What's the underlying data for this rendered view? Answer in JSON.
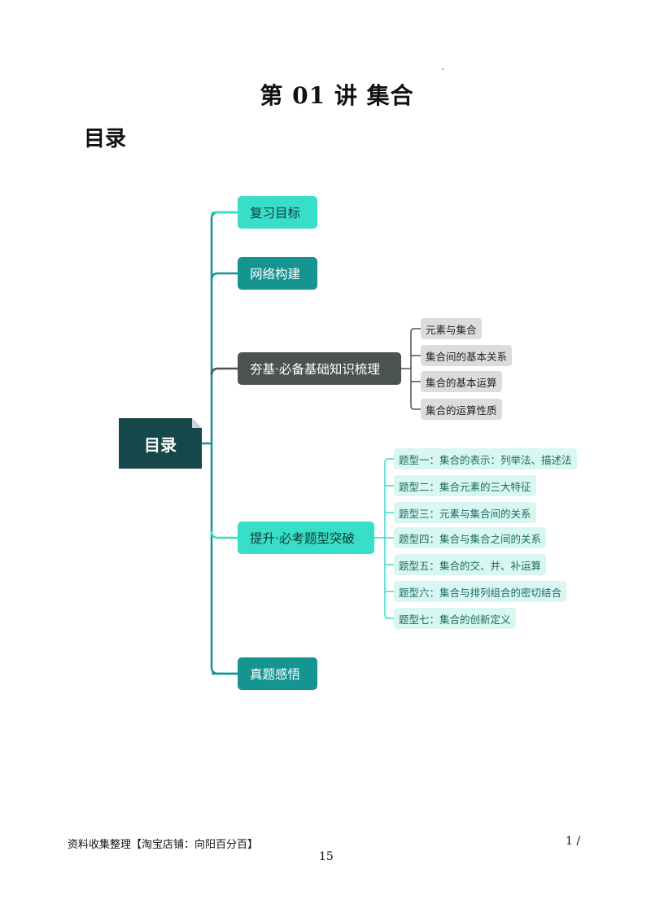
{
  "title": "第 01 讲  集合",
  "toc_heading": "目录",
  "mindmap": {
    "root": "目录",
    "branches": [
      {
        "label": "复习目标"
      },
      {
        "label": "网络构建"
      },
      {
        "label": "夯基·必备基础知识梳理",
        "children": [
          "元素与集合",
          "集合间的基本关系",
          "集合的基本运算",
          "集合的运算性质"
        ]
      },
      {
        "label": "提升·必考题型突破",
        "children": [
          "题型一：集合的表示：列举法、描述法",
          "题型二：集合元素的三大特征",
          "题型三：元素与集合间的关系",
          "题型四：集合与集合之间的关系",
          "题型五：集合的交、并、补运算",
          "题型六：集合与排列组合的密切结合",
          "题型七：集合的创新定义"
        ]
      },
      {
        "label": "真题感悟"
      }
    ]
  },
  "footer": {
    "source": "资料收集整理【淘宝店铺：向阳百分百】",
    "page_current": "1 /",
    "page_total": "15"
  },
  "colors": {
    "mint": "#37dfc8",
    "teal": "#149592",
    "dark": "#4a5350",
    "root": "#16474a",
    "leaf_gray": "#dcdcdc",
    "leaf_mint": "#d8f7f1"
  }
}
